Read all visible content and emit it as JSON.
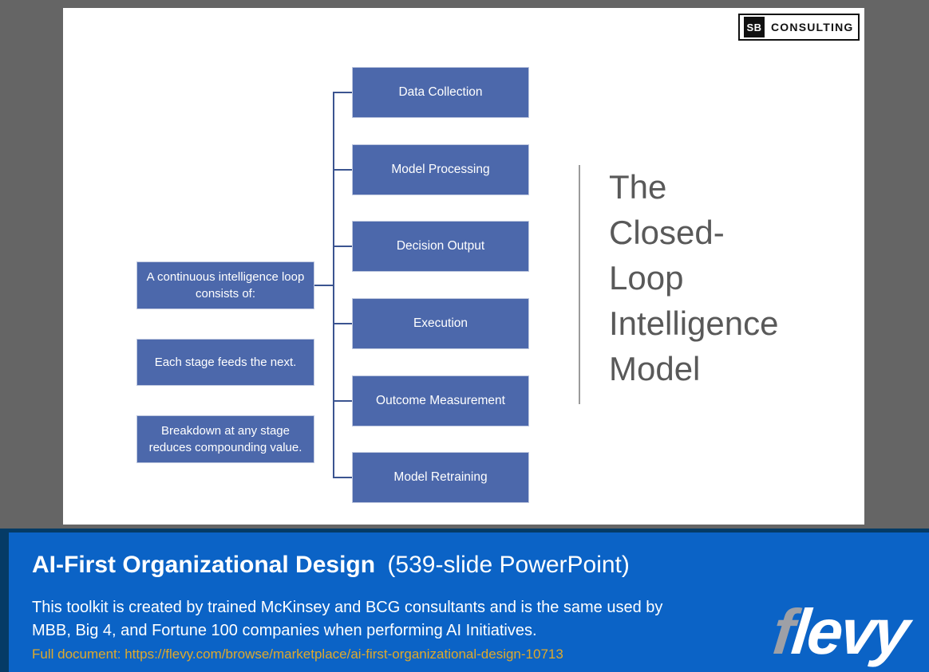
{
  "slide": {
    "logo": {
      "initials": "SB",
      "name": "CONSULTING"
    },
    "diagram": {
      "intro_boxes": [
        "A continuous intelligence loop consists of:",
        "Each stage feeds the next.",
        "Breakdown at any stage reduces compounding value."
      ],
      "stages": [
        "Data Collection",
        "Model Processing",
        "Decision Output",
        "Execution",
        "Outcome Measurement",
        "Model Retraining"
      ],
      "box_fill_color": "#4C68AB",
      "connector_color": "#3B5490"
    },
    "title": {
      "text": "The Closed-Loop Intelligence Model",
      "lines": [
        "The",
        "Closed-",
        "Loop",
        "Intelligence",
        "Model"
      ],
      "color": "#595959"
    }
  },
  "footer": {
    "title_bold": "AI-First Organizational Design",
    "title_regular": "(539-slide PowerPoint)",
    "description_lines": [
      "This toolkit is created by trained McKinsey and BCG consultants and is the same used by",
      "MBB, Big 4, and Fortune 100 companies when performing AI Initiatives."
    ],
    "link_label": "Full document: https://flevy.com/browse/marketplace/ai-first-organizational-design-10713",
    "brand": {
      "first_letter": "f",
      "rest": "levy"
    },
    "background_color": "#0B63C6",
    "border_color": "#053B66",
    "link_color": "#DFA92B"
  }
}
